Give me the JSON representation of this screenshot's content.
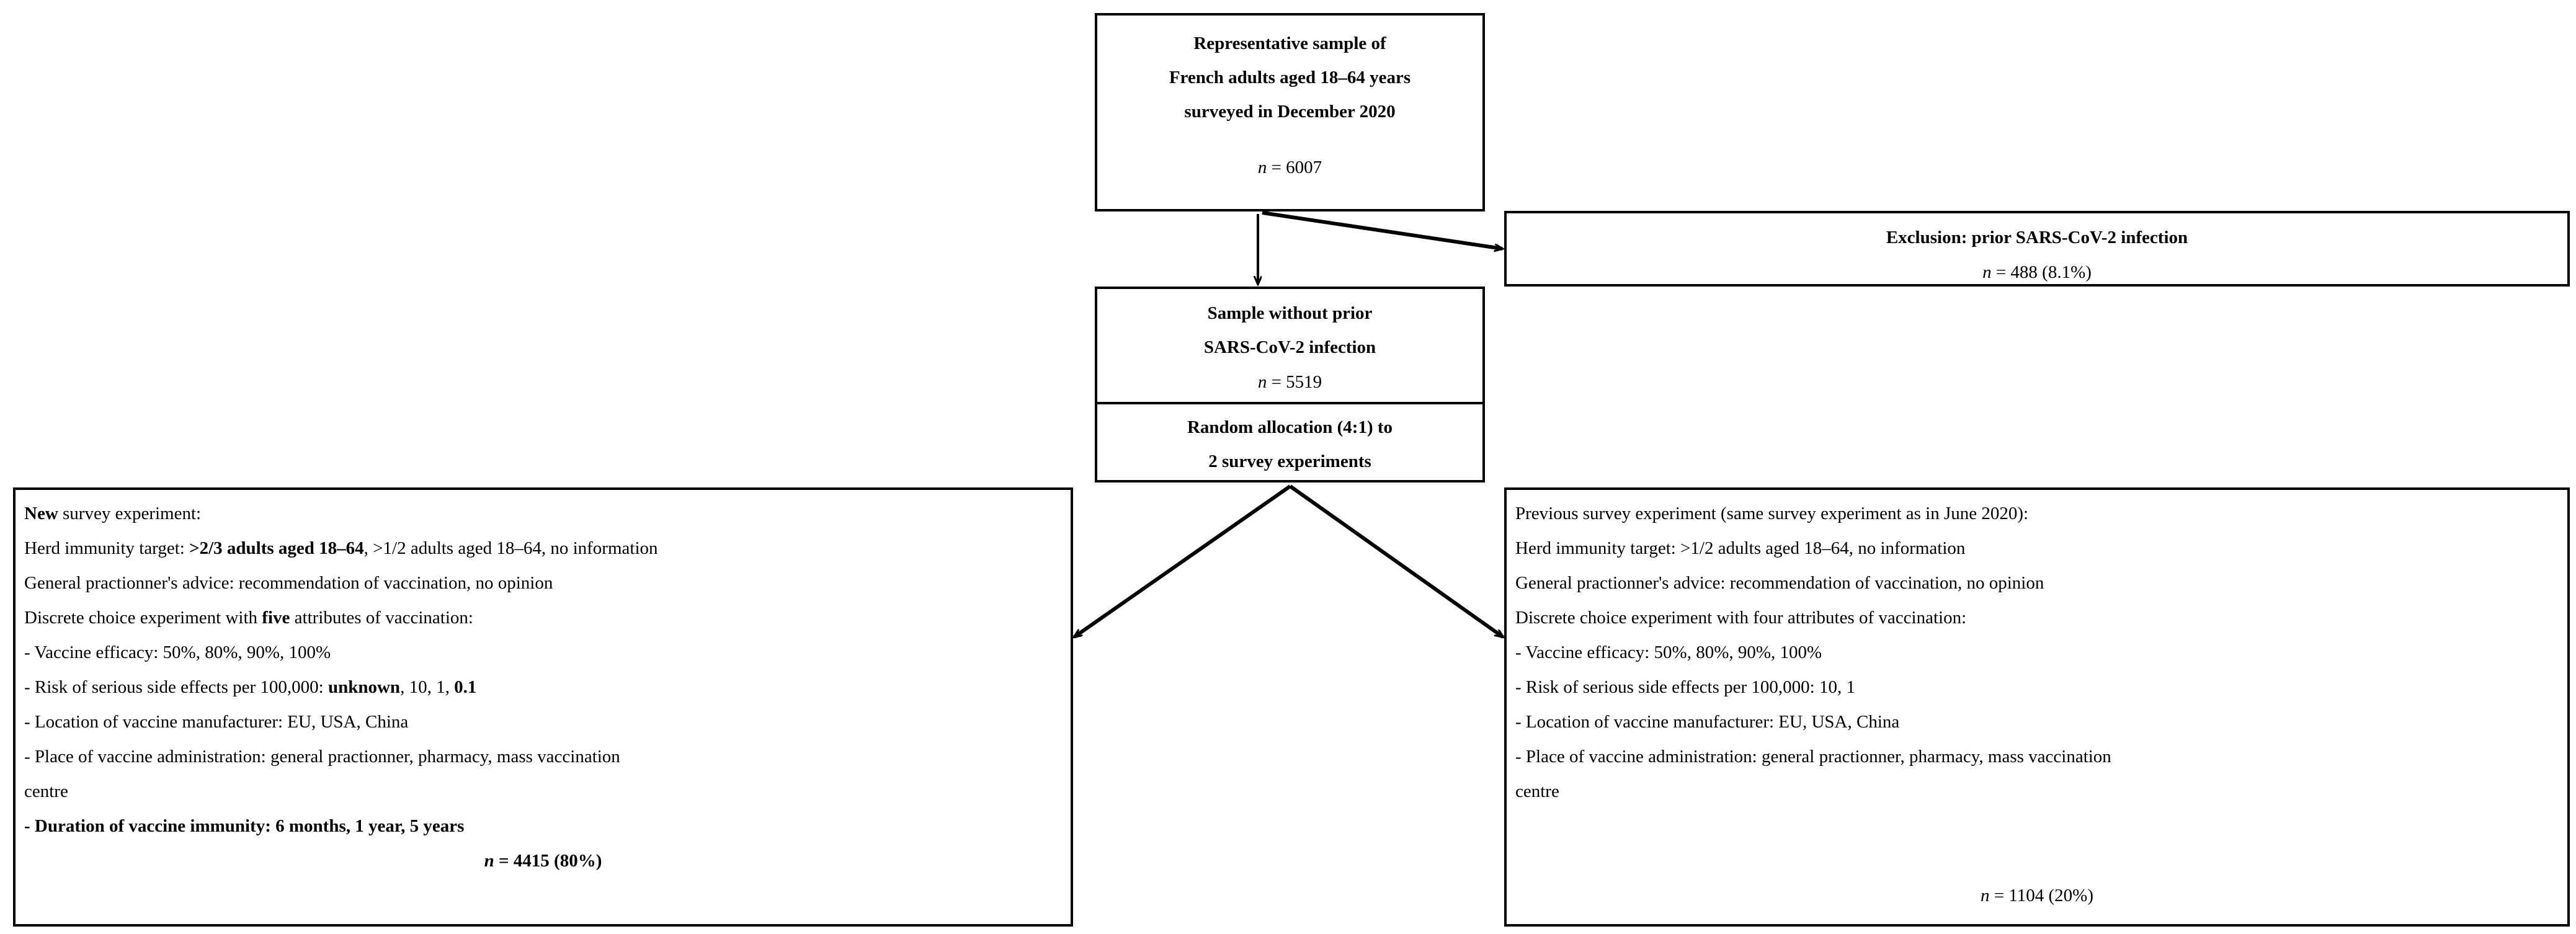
{
  "figure": {
    "type": "flowchart",
    "description": "Study flow diagram of a French adult survey experiment on COVID-19 vaccination"
  },
  "top_box": {
    "line1": "Representative sample of",
    "line2": "French adults aged 18–64 years",
    "line3": "surveyed in December 2020",
    "n_symbol": "n",
    "n_value": " = 6007"
  },
  "exclusion_box": {
    "title": "Exclusion: prior SARS-CoV-2 infection",
    "n_symbol": "n",
    "n_value": " = 488 (8.1%)"
  },
  "sample_box": {
    "line1": "Sample without prior",
    "line2": "SARS-CoV-2 infection",
    "n_symbol": "n",
    "n_value": " = 5519"
  },
  "allocation_box": {
    "line1": "Random allocation (4:1) to",
    "line2": "2 survey experiments"
  },
  "left_box": {
    "title_bold": "New",
    "title_rest": " survey experiment:",
    "herd_label": "Herd immunity target: ",
    "herd_bold": ">2/3 adults aged 18–64",
    "herd_rest": ", >1/2 adults aged 18–64, no information",
    "gp_advice": "General practionner's advice: recommendation of vaccination, no opinion",
    "dce_pre": "Discrete choice experiment with ",
    "dce_bold": "five",
    "dce_post": " attributes of vaccination:",
    "attributes": [
      {
        "pre": "- Vaccine efficacy: 50%, 80%, 90%, 100%",
        "bold": "",
        "post": "",
        "bold2": "",
        "post2": ""
      },
      {
        "pre": "- Risk of serious side effects per 100,000: ",
        "bold": "unknown",
        "post": ", 10, 1, ",
        "bold2": "0.1",
        "post2": ""
      },
      {
        "pre": "- Location of vaccine manufacturer: EU, USA, China",
        "bold": "",
        "post": "",
        "bold2": "",
        "post2": ""
      },
      {
        "pre": "- Place of vaccine administration: general practionner, pharmacy, mass vaccination",
        "bold": "",
        "post": "",
        "bold2": "",
        "post2": ""
      },
      {
        "pre": "centre",
        "bold": "",
        "post": "",
        "bold2": "",
        "post2": ""
      }
    ],
    "duration_bold": "- Duration of vaccine immunity: 6 months, 1 year, 5 years",
    "n_symbol": "n",
    "n_value": " = 4415 (80%)"
  },
  "right_box": {
    "title": "Previous survey experiment (same survey experiment as in June 2020):",
    "herd": "Herd immunity target: >1/2 adults aged 18–64, no information",
    "gp_advice": "General practionner's advice: recommendation of vaccination, no opinion",
    "dce": "Discrete choice experiment with four attributes of vaccination:",
    "attributes": [
      "- Vaccine efficacy: 50%, 80%, 90%, 100%",
      "- Risk of serious side effects per 100,000: 10, 1",
      "- Location of vaccine manufacturer: EU, USA, China",
      "- Place of vaccine administration: general practionner, pharmacy, mass vaccination",
      "centre"
    ],
    "n_symbol": "n",
    "n_value": " = 1104 (20%)"
  },
  "colors": {
    "stroke": "#000000",
    "background": "#ffffff",
    "text": "#000000"
  }
}
